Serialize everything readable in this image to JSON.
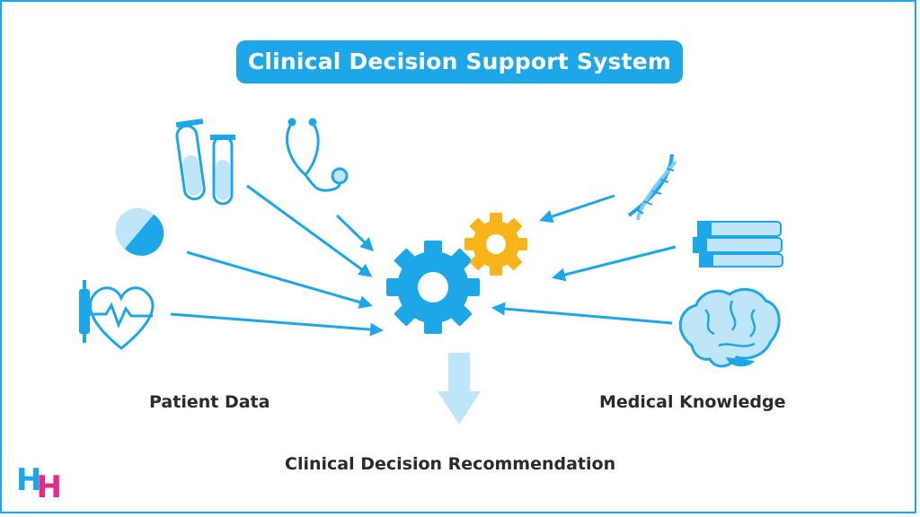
{
  "title": "Clinical Decision Support System",
  "labels": {
    "left": "Patient Data",
    "right": "Medical Knowledge",
    "bottom": "Clinical Decision Recommendation"
  },
  "logo": {
    "letter1": "H",
    "letter2": "H"
  },
  "colors": {
    "primary": "#1ea7e8",
    "light": "#bfe6f8",
    "accent_gear": "#f8b418",
    "logo_pink": "#e8288a",
    "text": "#2b2b2b"
  },
  "icons": {
    "inputs_left": [
      "test-tubes-icon",
      "stethoscope-icon",
      "pill-capsule-icon",
      "heart-rate-icon"
    ],
    "inputs_right": [
      "dna-icon",
      "books-icon",
      "brain-icon"
    ],
    "center": [
      "blue-gear-icon",
      "yellow-gear-icon"
    ],
    "output": "down-arrow-icon"
  }
}
